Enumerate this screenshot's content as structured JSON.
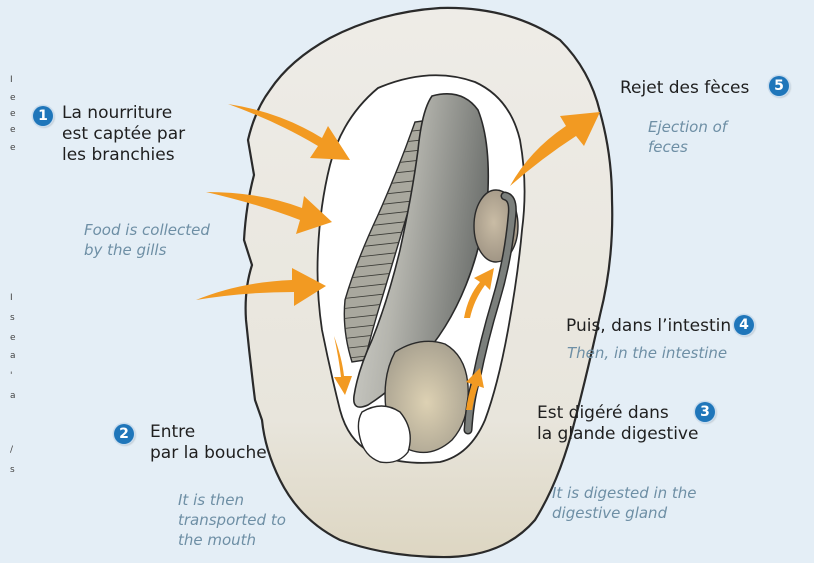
{
  "steps": [
    {
      "number": "1",
      "fr": "La nourriture\nest captée par\nles branchies",
      "en": "Food is collected\nby the gills"
    },
    {
      "number": "2",
      "fr": "Entre\npar la bouche",
      "en": "It is then\ntransported to\nthe mouth"
    },
    {
      "number": "3",
      "fr": "Est digéré dans\nla glande digestive",
      "en": "It is digested in the\ndigestive gland"
    },
    {
      "number": "4",
      "fr": "Puis, dans l’intestin",
      "en": "Then, in the intestine"
    },
    {
      "number": "5",
      "fr": "Rejet des fèces",
      "en": "Ejection of\nfeces"
    }
  ],
  "colors": {
    "background": "#e4eef6",
    "shell": "#ecebe6",
    "arrow": "#f29a22",
    "badge": "#1f76ba",
    "gills": "#8c8c82",
    "intestine": "#6b6e6d"
  }
}
